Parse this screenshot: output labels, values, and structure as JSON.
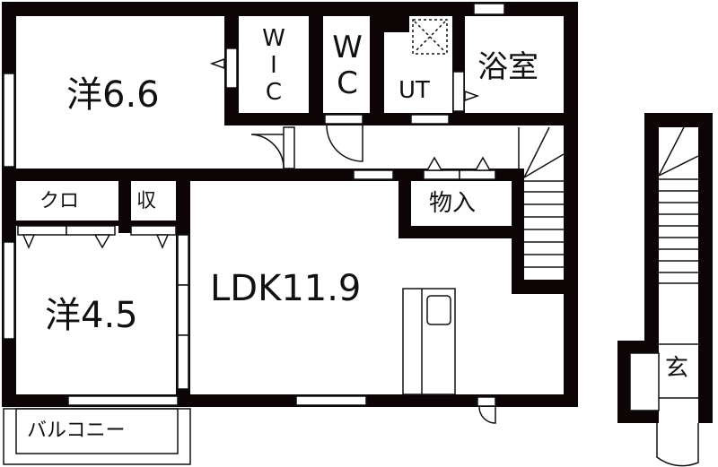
{
  "plan": {
    "type": "apartment floor plan",
    "rooms": [
      {
        "id": "western-room-1",
        "label": "洋6.6"
      },
      {
        "id": "walk-in-closet",
        "label_lines": [
          "W",
          "I",
          "C"
        ]
      },
      {
        "id": "toilet",
        "label_lines": [
          "W",
          "C"
        ]
      },
      {
        "id": "utility",
        "label": "UT"
      },
      {
        "id": "bathroom",
        "label": "浴室"
      },
      {
        "id": "closet",
        "label": "クロ"
      },
      {
        "id": "storage-small",
        "label": "収"
      },
      {
        "id": "storage",
        "label": "物入"
      },
      {
        "id": "western-room-2",
        "label": "洋4.5"
      },
      {
        "id": "ldk",
        "label": "LDK11.9"
      },
      {
        "id": "entrance",
        "label": "玄"
      },
      {
        "id": "balcony",
        "label": "バルコニー"
      }
    ],
    "colors": {
      "wall": "#0d0505",
      "background": "#ffffff",
      "line": "#111111"
    }
  }
}
